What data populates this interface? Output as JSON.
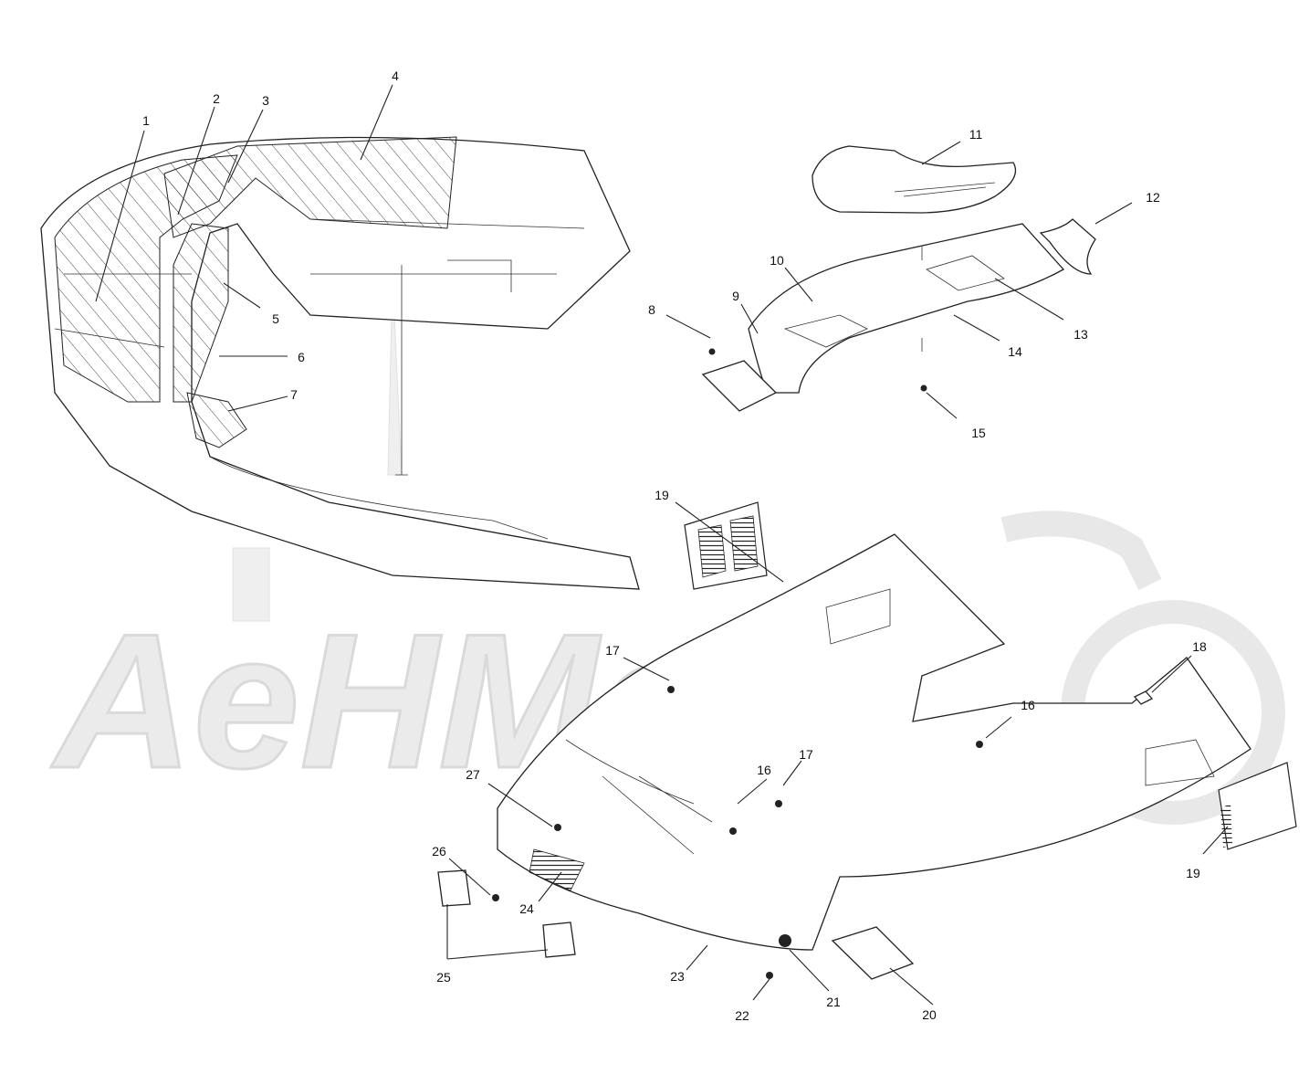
{
  "watermark": {
    "brand": "AeHMoto"
  },
  "callouts": [
    {
      "id": "1",
      "label": "1"
    },
    {
      "id": "2",
      "label": "2"
    },
    {
      "id": "3",
      "label": "3"
    },
    {
      "id": "4",
      "label": "4"
    },
    {
      "id": "5",
      "label": "5"
    },
    {
      "id": "6",
      "label": "6"
    },
    {
      "id": "7",
      "label": "7"
    },
    {
      "id": "8",
      "label": "8"
    },
    {
      "id": "9",
      "label": "9"
    },
    {
      "id": "10",
      "label": "10"
    },
    {
      "id": "11",
      "label": "11"
    },
    {
      "id": "12",
      "label": "12"
    },
    {
      "id": "13",
      "label": "13"
    },
    {
      "id": "14",
      "label": "14"
    },
    {
      "id": "15",
      "label": "15"
    },
    {
      "id": "16a",
      "label": "16"
    },
    {
      "id": "16b",
      "label": "16"
    },
    {
      "id": "17a",
      "label": "17"
    },
    {
      "id": "17b",
      "label": "17"
    },
    {
      "id": "18",
      "label": "18"
    },
    {
      "id": "19a",
      "label": "19"
    },
    {
      "id": "19b",
      "label": "19"
    },
    {
      "id": "20",
      "label": "20"
    },
    {
      "id": "21",
      "label": "21"
    },
    {
      "id": "22",
      "label": "22"
    },
    {
      "id": "23",
      "label": "23"
    },
    {
      "id": "24",
      "label": "24"
    },
    {
      "id": "25",
      "label": "25"
    },
    {
      "id": "26",
      "label": "26"
    },
    {
      "id": "27",
      "label": "27"
    }
  ]
}
